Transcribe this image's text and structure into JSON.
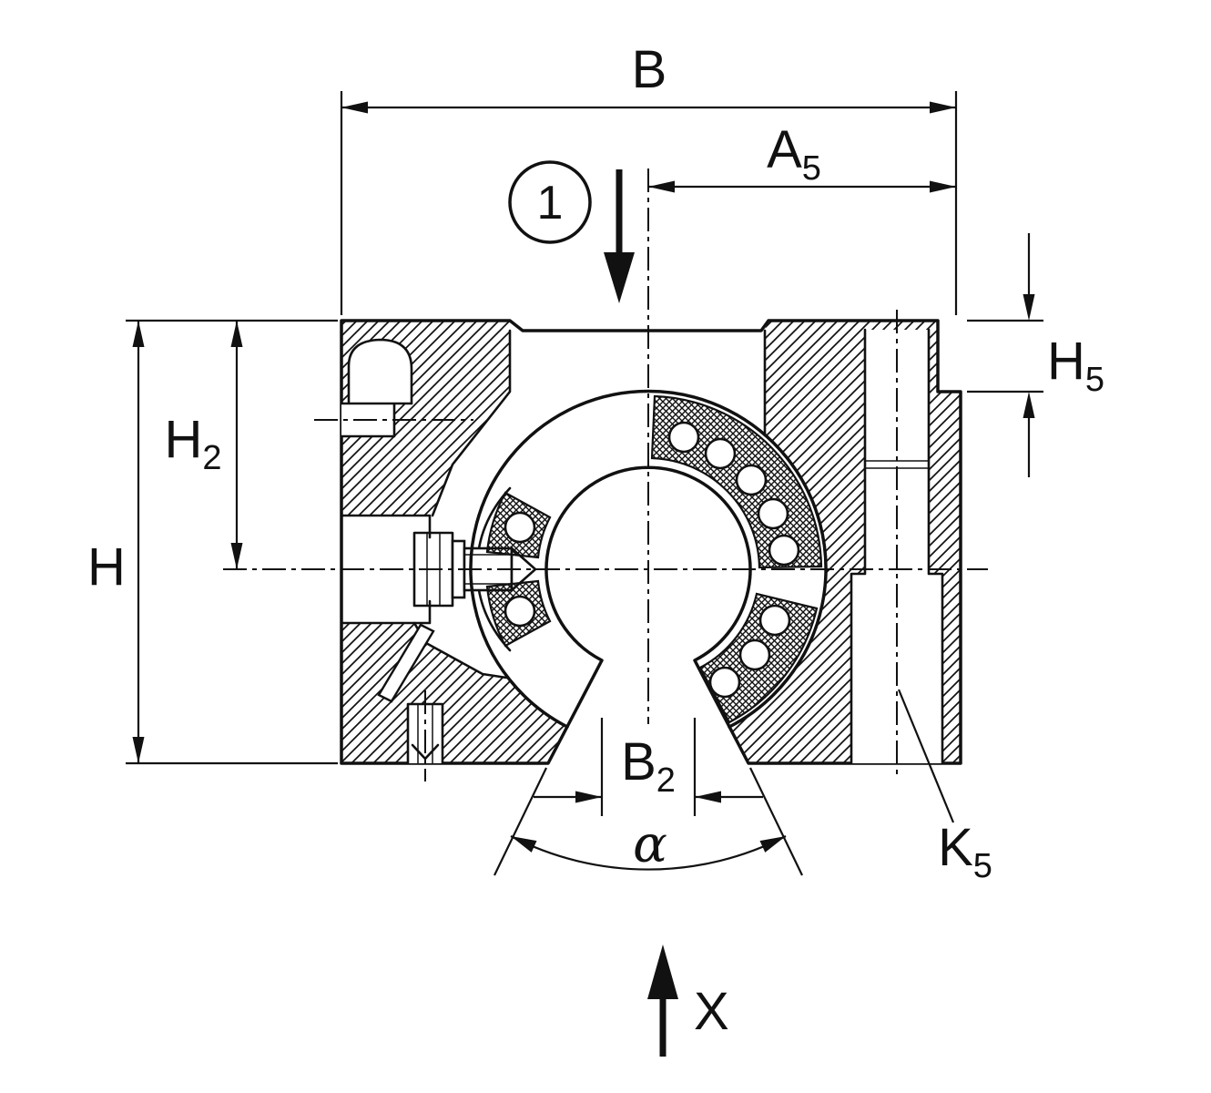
{
  "drawing": {
    "callout": "1",
    "dims": {
      "b": "B",
      "a5": {
        "base": "A",
        "sub": "5"
      },
      "h5": {
        "base": "H",
        "sub": "5"
      },
      "h": "H",
      "h2": {
        "base": "H",
        "sub": "2"
      },
      "b2": {
        "base": "B",
        "sub": "2"
      },
      "k5": {
        "base": "K",
        "sub": "5"
      },
      "alpha": "α",
      "x": "X"
    },
    "colors": {
      "ink": "#111111",
      "paper": "#ffffff"
    }
  }
}
